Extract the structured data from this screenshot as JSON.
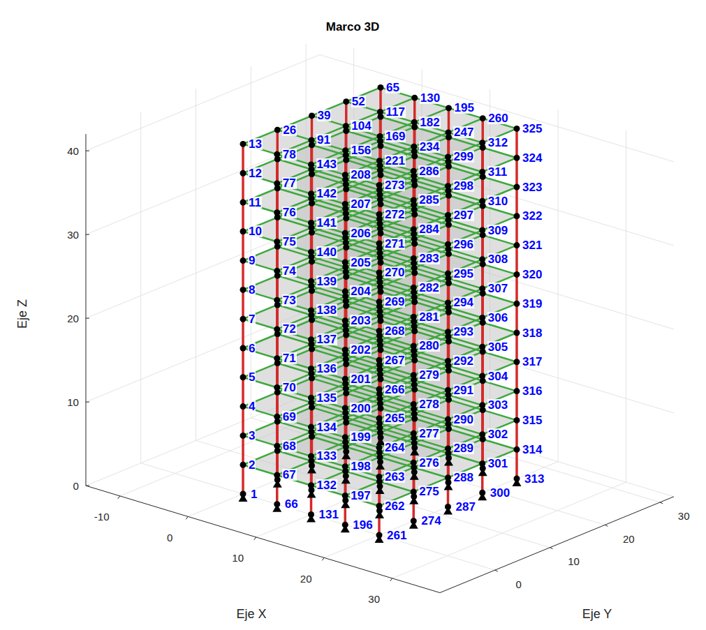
{
  "diagram": {
    "title": "Marco 3D",
    "labels": [
      "-10",
      "0",
      "10",
      "20",
      "30",
      "0",
      "10",
      "20",
      "30",
      "0",
      "10",
      "20",
      "30",
      "40",
      "Eje X",
      "Eje Y",
      "Eje Z",
      "13",
      "26",
      "39",
      "52",
      "65",
      "78",
      "91",
      "104",
      "117",
      "130",
      "143",
      "156",
      "169",
      "182",
      "195",
      "208",
      "221",
      "234",
      "247",
      "260",
      "273",
      "286",
      "299",
      "312",
      "325",
      "1",
      "2",
      "3",
      "4",
      "5",
      "6",
      "7",
      "8",
      "9",
      "10",
      "11",
      "12",
      "66",
      "67",
      "68",
      "69",
      "70",
      "71",
      "72",
      "73",
      "74",
      "75",
      "76",
      "77",
      "131",
      "132",
      "133",
      "134",
      "135",
      "136",
      "137",
      "138",
      "139",
      "140",
      "141",
      "142",
      "196",
      "197",
      "198",
      "199",
      "200",
      "201",
      "202",
      "203",
      "204",
      "205",
      "206",
      "207",
      "261",
      "262",
      "263",
      "264",
      "265",
      "266",
      "267",
      "268",
      "269",
      "270",
      "271",
      "272",
      "274",
      "275",
      "276",
      "277",
      "278",
      "279",
      "280",
      "281",
      "282",
      "283",
      "284",
      "285",
      "287",
      "288",
      "289",
      "290",
      "291",
      "292",
      "293",
      "294",
      "295",
      "296",
      "297",
      "298",
      "300",
      "301",
      "302",
      "303",
      "304",
      "305",
      "306",
      "307",
      "308",
      "309",
      "310",
      "311",
      "313",
      "314",
      "315",
      "316",
      "317",
      "318",
      "319",
      "320",
      "321",
      "322",
      "323",
      "324"
    ]
  }
}
